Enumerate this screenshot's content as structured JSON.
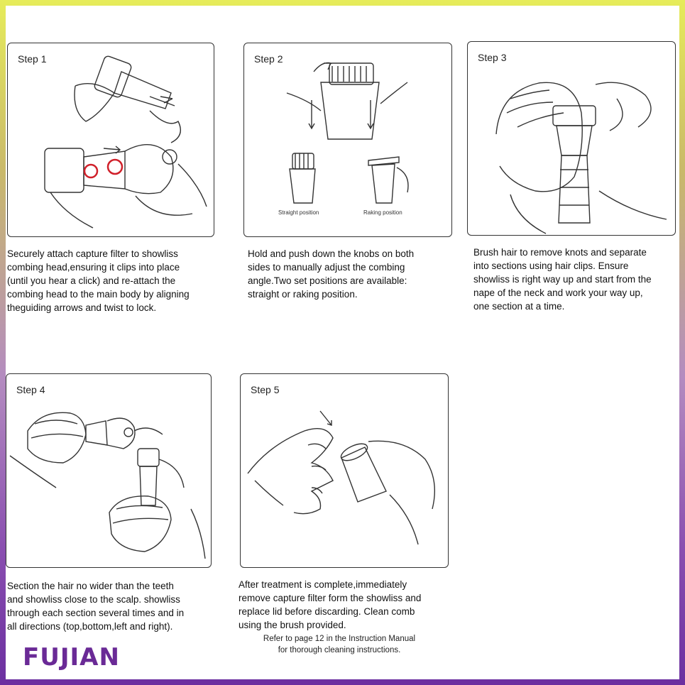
{
  "steps": [
    {
      "label": "Step 1",
      "caption": "Securely attach capture filter to showliss\ncombing head,ensuring it clips into place\n(until you hear a click) and re-attach the\ncombing head to the main body by aligning\ntheguiding arrows and twist to lock."
    },
    {
      "label": "Step 2",
      "caption": "Hold and push down the knobs on both\nsides to manually adjust the combing\nangle.Two set positions are available:\nstraight or raking position.",
      "straight_label": "Straight position",
      "raking_label": "Raking position"
    },
    {
      "label": "Step 3",
      "caption": "Brush hair to remove knots and separate\ninto sections using hair clips. Ensure\nshowliss is right way up and start from the\nnape of  the neck and work your way up,\none section at a time."
    },
    {
      "label": "Step 4",
      "caption": "Section the hair no wider than the teeth\nand showliss close to the scalp. showliss\nthrough each section several times and in\nall directions (top,bottom,left and right)."
    },
    {
      "label": "Step 5",
      "caption": "After treatment is complete,immediately\nremove capture filter form the showliss and\nreplace lid before discarding. Clean comb\nusing the brush provided."
    }
  ],
  "refer_note": "Refer to page 12 in the Instruction Manual\nfor thorough cleaning instructions.",
  "brand": "FUJIAN",
  "colors": {
    "brand": "#6a2a96",
    "highlight": "#d0202a"
  }
}
